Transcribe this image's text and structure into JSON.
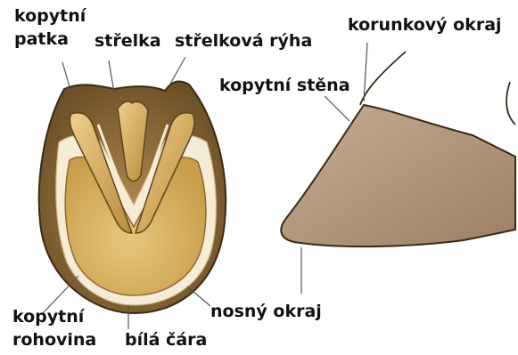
{
  "labels": {
    "kopytni_patka_line1": "kopytní",
    "kopytni_patka_line2": "patka",
    "strelka": "střelka",
    "strelkova_ryha": "střelková rýha",
    "korunkovy_okraj": "korunkový okraj",
    "kopytni_stena": "kopytní stěna",
    "kopytni_rohovina_line1": "kopytní",
    "kopytni_rohovina_line2": "rohovina",
    "bila_cara": "bílá čára",
    "nosny_okraj": "nosný okraj"
  },
  "colors": {
    "outer_wall": "#8a6a36",
    "outer_wall_dark": "#5e4420",
    "white_line": "#f5ecd6",
    "sole": "#d9b66a",
    "frog": "#c8a052",
    "side_hoof": "#b49a80",
    "outline": "#3a2a14",
    "label_text": "#111111"
  }
}
